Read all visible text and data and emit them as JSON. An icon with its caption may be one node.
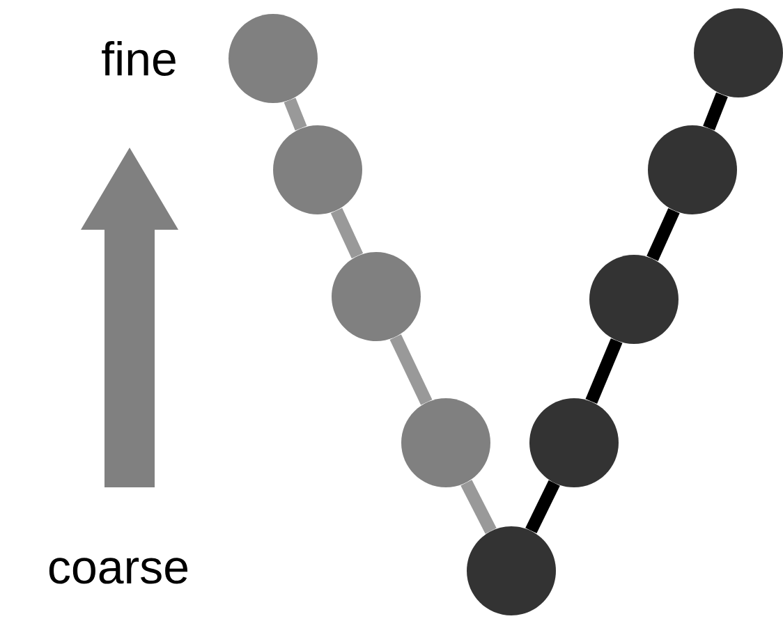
{
  "diagram": {
    "nodes": [
      {
        "text": [],
        "shape": "circle"
      },
      {
        "text": [],
        "shape": "circle"
      },
      {
        "text": [],
        "shape": "circle"
      },
      {
        "text": [],
        "shape": "circle"
      },
      {
        "text": [],
        "shape": "circle"
      },
      {
        "text": [],
        "shape": "circle"
      },
      {
        "text": [],
        "shape": "circle"
      },
      {
        "text": [],
        "shape": "circle"
      },
      {
        "text": [],
        "shape": "circle"
      }
    ],
    "edges": [
      {
        "from": 0,
        "to": 1,
        "arrow": "none"
      },
      {
        "from": 1,
        "to": 2,
        "arrow": "none"
      },
      {
        "from": 2,
        "to": 3,
        "arrow": "none"
      },
      {
        "from": 3,
        "to": 4,
        "arrow": "none"
      },
      {
        "from": 4,
        "to": 5,
        "arrow": "none",
        "color": "#000000"
      },
      {
        "from": 5,
        "to": 6,
        "arrow": "none",
        "color": "#000000"
      },
      {
        "from": 6,
        "to": 7,
        "arrow": "none",
        "color": "#000000"
      },
      {
        "from": 7,
        "to": 8,
        "arrow": "none",
        "color": "#000000"
      }
    ],
    "labels": [
      "fine",
      "coarse"
    ]
  }
}
